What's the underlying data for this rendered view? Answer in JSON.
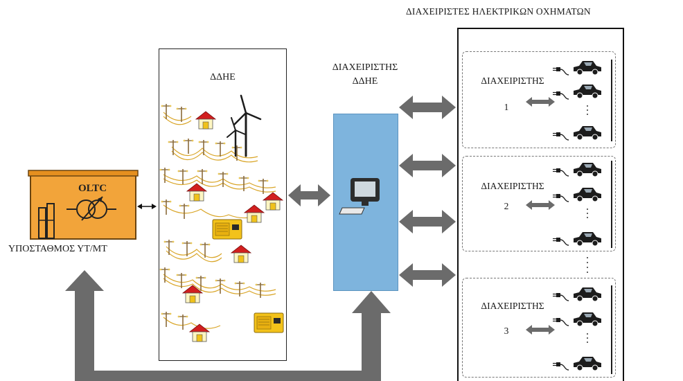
{
  "labels": {
    "ev_aggregators_title": "ΔΙΑΧΕΙΡΙΣΤΕΣ ΗΛΕΚΤΡΙΚΩΝ ΟΧΗΜΑΤΩΝ",
    "distribution_network": "ΔΔΗΕ",
    "dso_line1": "ΔΙΑΧΕΙΡΙΣΤΗΣ",
    "dso_line2": "ΔΔΗΕ",
    "substation": "ΥΠΟΣΤΑΘΜΟΣ ΥΤ/ΜΤ",
    "oltc": "OLTC"
  },
  "aggregators": [
    {
      "label": "ΔΙΑΧΕΙΡΙΣΤΗΣ",
      "number": "1"
    },
    {
      "label": "ΔΙΑΧΕΙΡΙΣΤΗΣ",
      "number": "2"
    },
    {
      "label": "ΔΙΑΧΕΙΡΙΣΤΗΣ",
      "number": "3"
    }
  ],
  "colors": {
    "arrow": "#6b6b6b",
    "dso_block": "#7eb4dd",
    "substation": "#f2a43a",
    "house_roof": "#d21f1f",
    "house_wall": "#fff6c2",
    "generator": "#f3c21a",
    "car": "#1c1c1c"
  },
  "icons": [
    "wind-turbine-icon",
    "house-icon",
    "generator-icon",
    "computer-icon",
    "electric-car-icon",
    "transformer-icon",
    "power-pole-icon"
  ]
}
